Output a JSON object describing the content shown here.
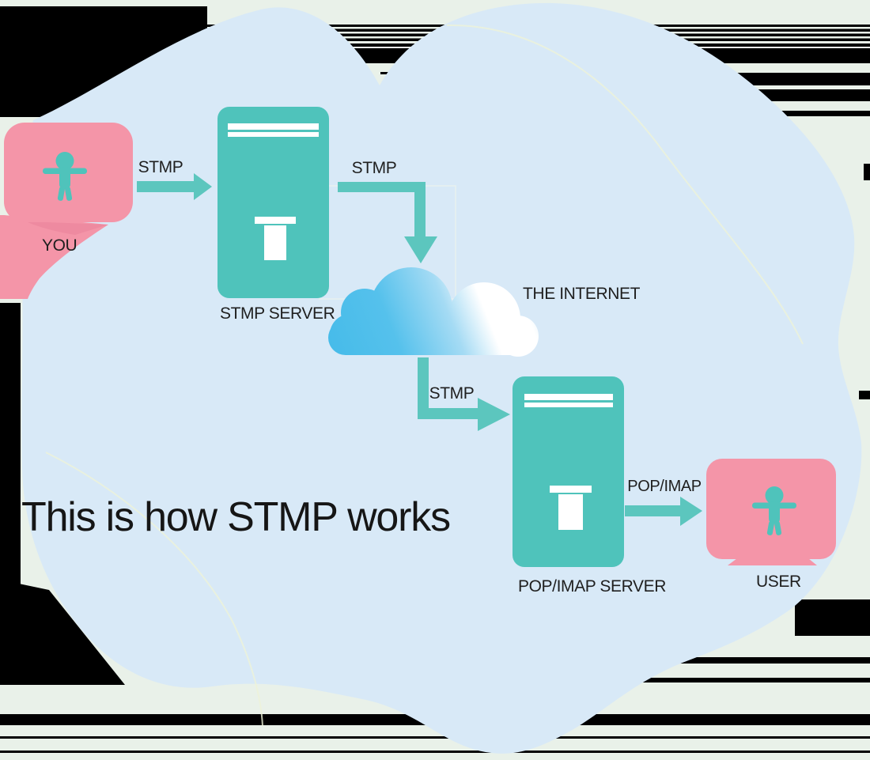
{
  "title": {
    "text": "This is how STMP works"
  },
  "nodes": {
    "you": {
      "label": "YOU",
      "icon": "person-icon"
    },
    "stmp_server": {
      "label": "STMP SERVER",
      "icon": "server-tower-icon"
    },
    "internet": {
      "label": "THE INTERNET",
      "icon": "cloud-icon"
    },
    "pop_imap_server": {
      "label": "POP/IMAP SERVER",
      "icon": "server-tower-icon"
    },
    "user": {
      "label": "USER",
      "icon": "person-icon"
    }
  },
  "arrows": {
    "you_to_stmp_server": {
      "label": "STMP",
      "direction": "right"
    },
    "stmp_server_to_internet": {
      "label": "STMP",
      "direction": "right-then-down"
    },
    "internet_to_pop_server": {
      "label": "STMP",
      "direction": "down-then-right"
    },
    "pop_server_to_user": {
      "label": "POP/IMAP",
      "direction": "right"
    }
  },
  "colors": {
    "teal": "#4fc3bb",
    "teal_arrow": "#5cc6be",
    "pink": "#f495a8",
    "pink_shadow": "#ee8aa0",
    "blob": "#d8e9f7",
    "cloud_blue": "#45bbe9",
    "cloud_fade": "#bfe2f5",
    "bg_green": "#e9f1e9",
    "text": "#1f1f1f"
  }
}
